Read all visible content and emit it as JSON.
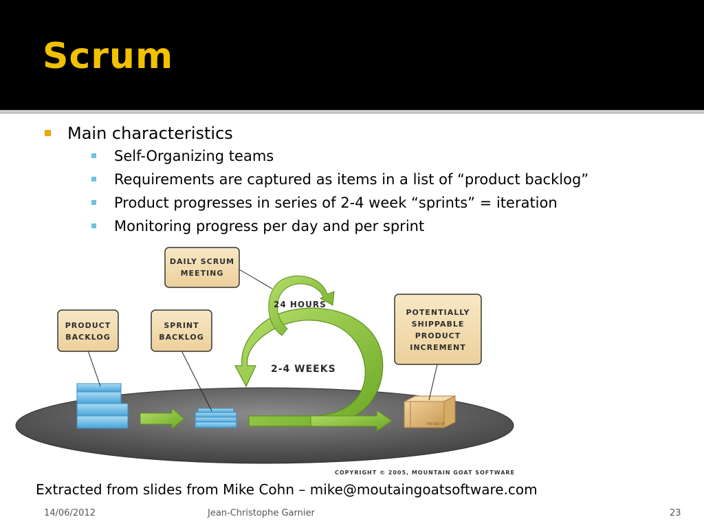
{
  "slide": {
    "title": "Scrum",
    "bullets": [
      {
        "text": "Main characteristics",
        "children": [
          "Self-Organizing teams",
          "Requirements are captured as items in a list of “product backlog”",
          "Product progresses in series of 2-4 week “sprints” = iteration",
          "Monitoring progress per day and per sprint"
        ]
      }
    ]
  },
  "diagram": {
    "product_backlog": [
      "PRODUCT",
      "BACKLOG"
    ],
    "sprint_backlog": [
      "SPRINT",
      "BACKLOG"
    ],
    "daily_scrum": [
      "DAILY SCRUM",
      "MEETING"
    ],
    "increment": [
      "POTENTIALLY",
      "SHIPPABLE",
      "PRODUCT",
      "INCREMENT"
    ],
    "label_24h": "24 HOURS",
    "label_weeks": "2-4 WEEKS",
    "box_label_on_crate": "THIS SIDE UP",
    "copyright": "COPYRIGHT © 2005, MOUNTAIN GOAT SOFTWARE"
  },
  "footer": {
    "credit": "Extracted from slides from Mike Cohn – mike@moutaingoatsoftware.com",
    "date": "14/06/2012",
    "author": "Jean-Christophe Garnier",
    "page": "23"
  },
  "colors": {
    "title_bg": "#000000",
    "title_text": "#f2c200",
    "bullet_l1": "#e8a800",
    "bullet_l2": "#6cc3e0",
    "arrow_green": "#8cc63f",
    "box_fill": "#f3dcb0",
    "ellipse": "#5a5a5a"
  }
}
